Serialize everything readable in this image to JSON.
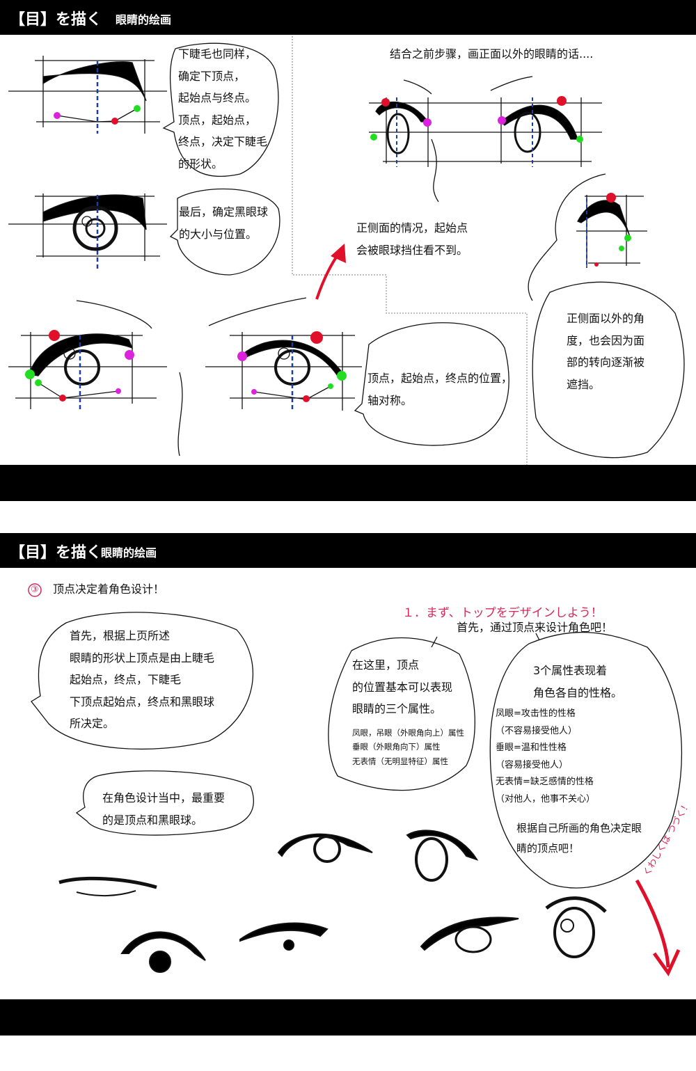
{
  "panel1": {
    "header": {
      "tag": "【目】を描く",
      "title": "眼睛的绘画"
    },
    "bubble_lower_lash": [
      "下睫毛也同样，",
      "确定下顶点，",
      "起始点与终点。",
      "顶点，起始点，",
      "终点，决定下睫毛",
      "的形状。"
    ],
    "bubble_pupil": [
      "最后，确定黑眼球",
      "的大小与位置。"
    ],
    "caption_other_angles": "结合之前步骤，画正面以外的眼睛的话....",
    "caption_profile": [
      "正侧面的情况，起始点",
      "会被眼球挡住看不到。"
    ],
    "bubble_symmetry": [
      "顶点，起始点，终点的位置，",
      "轴对称。"
    ],
    "bubble_occlusion": [
      "正侧面以外的角",
      "度，也会因为面",
      "部的转向逐渐被",
      "遮挡。"
    ]
  },
  "panel2": {
    "header": {
      "tag": "【目】を描く",
      "title": "眼睛的绘画"
    },
    "step_number": "③",
    "step_title": "顶点决定着角色设计！",
    "bubble_intro": [
      "首先，根据上页所述",
      "眼睛的形状上顶点是由上睫毛",
      "起始点，终点，下睫毛",
      "下顶点起始点，终点和黑眼球",
      "所决定。"
    ],
    "bubble_key": [
      "在角色设计当中，最重要",
      "的是顶点和黑眼球。"
    ],
    "japanese_heading": "１．まず、トップをデザインしよう！",
    "subheading": "首先，通过顶点来设计角色吧！",
    "bubble_attributes": {
      "main": [
        "在这里，顶点",
        "的位置基本可以表现",
        "眼睛的三个属性。"
      ],
      "small": [
        "凤眼，吊眼（外眼角向上）属性",
        "垂眼（外眼角向下）属性",
        "无表情（无明显特征）属性"
      ]
    },
    "bubble_personality": {
      "main": [
        "3个属性表现着",
        "角色各自的性格。"
      ],
      "small": [
        "凤眼=攻击性的性格",
        "（不容易接受他人）",
        "垂眼=温和性性格",
        "（容易接受他人）",
        "无表情=缺乏感情的性格",
        "（对他人，他事不关心）"
      ],
      "closing": [
        "根据自己所画的角色决定眼",
        "睛的顶点吧！"
      ]
    },
    "continued_note": "くわしくは つづく！"
  },
  "colors": {
    "start_point": "#22dd22",
    "end_point": "#dd22dd",
    "apex_point": "#e0102a",
    "axis": "#1a3fa0",
    "accent": "#d8285a"
  }
}
